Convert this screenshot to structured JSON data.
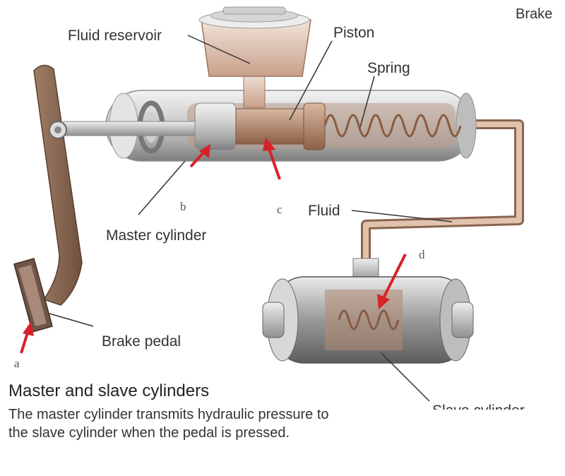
{
  "labels": {
    "fluid_reservoir": "Fluid reservoir",
    "piston": "Piston",
    "spring": "Spring",
    "master_cylinder": "Master cylinder",
    "fluid": "Fluid",
    "brake_pedal": "Brake pedal",
    "slave_cylinder_partial": "Slave cylinder",
    "top_right": "Brake"
  },
  "markers": {
    "a": "a",
    "b": "b",
    "c": "c",
    "d": "d"
  },
  "caption": {
    "title": "Master and slave cylinders",
    "body": "The master cylinder transmits hydraulic pressure to the slave cylinder when the pedal is pressed."
  },
  "colors": {
    "arrow": "#d8222a",
    "copper": "#b98b6a",
    "steel": "#c9c9c9",
    "pedal": "#8b6a55"
  }
}
